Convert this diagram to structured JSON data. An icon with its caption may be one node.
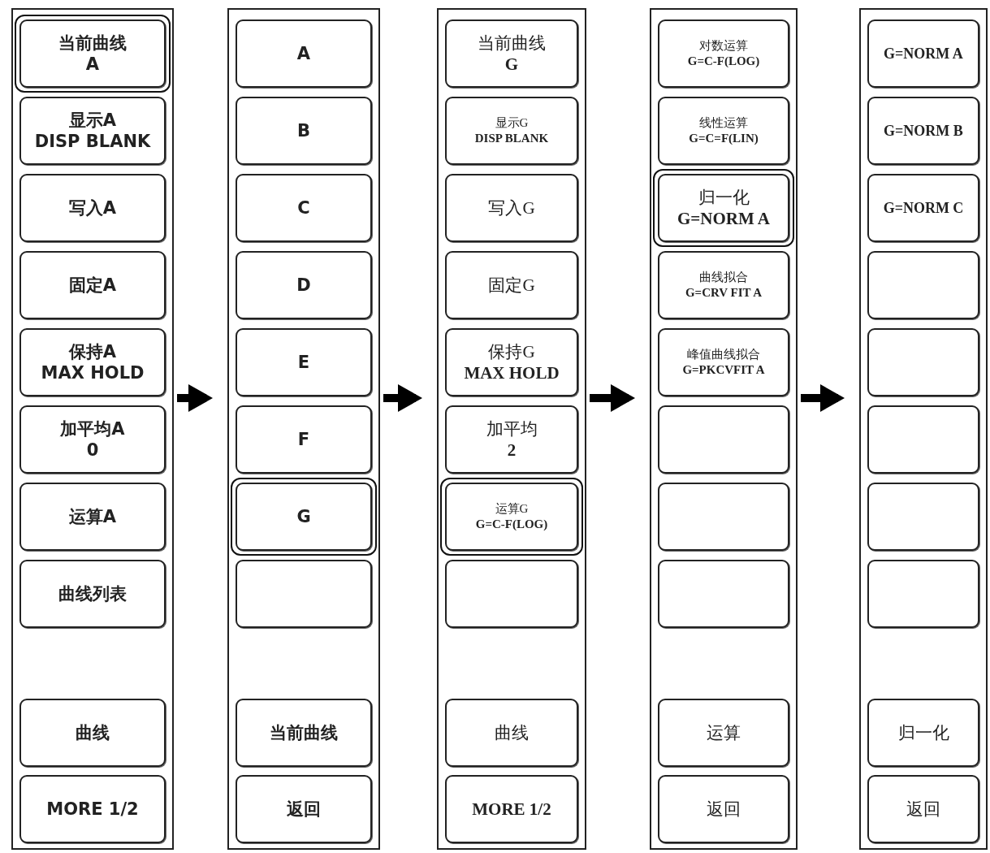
{
  "diagram": {
    "nodes": [
      {
        "text": [],
        "shape": "bar"
      },
      {
        "text": [],
        "shape": "box",
        "in": 0
      },
      {
        "text": [
          "当前曲线",
          "A"
        ],
        "in": 1
      },
      {
        "text": [
          "显示A",
          "DISP BLANK"
        ],
        "in": 0
      },
      {
        "text": [
          "写入A"
        ],
        "in": 0
      },
      {
        "text": [
          "固定A"
        ],
        "in": 0
      },
      {
        "text": [
          "保持A",
          "MAX HOLD"
        ],
        "in": 0
      },
      {
        "text": [
          "加平均A",
          "0"
        ],
        "in": 0
      },
      {
        "text": [
          "运算A"
        ],
        "in": 0
      },
      {
        "text": [
          "曲线列表"
        ],
        "in": 0
      },
      {
        "text": [
          "曲线"
        ],
        "in": 0
      },
      {
        "text": [
          "MORE 1/2"
        ],
        "in": 0
      },
      {
        "text": [],
        "shape": "bar"
      },
      {
        "text": [
          "A"
        ],
        "in": 12
      },
      {
        "text": [
          "B"
        ],
        "in": 12
      },
      {
        "text": [
          "C"
        ],
        "in": 12
      },
      {
        "text": [
          "D"
        ],
        "in": 12
      },
      {
        "text": [
          "E"
        ],
        "in": 12
      },
      {
        "text": [
          "F"
        ],
        "in": 12
      },
      {
        "text": [],
        "shape": "box",
        "in": 12
      },
      {
        "text": [
          "G"
        ],
        "in": 19
      },
      {
        "text": [],
        "shape": "box",
        "in": 12
      },
      {
        "text": [
          "当前曲线"
        ],
        "in": 12
      },
      {
        "text": [
          "返回"
        ],
        "in": 12
      },
      {
        "text": [],
        "shape": "bar"
      },
      {
        "text": [
          "当前曲线",
          "G"
        ],
        "in": 24
      },
      {
        "text": [
          "显示G",
          "DISP BLANK"
        ],
        "in": 24
      },
      {
        "text": [
          "写入G"
        ],
        "in": 24
      },
      {
        "text": [
          "固定G"
        ],
        "in": 24
      },
      {
        "text": [
          "保持G",
          "MAX HOLD"
        ],
        "in": 24
      },
      {
        "text": [
          "加平均",
          "2"
        ],
        "in": 24
      },
      {
        "text": [],
        "shape": "box",
        "in": 24
      },
      {
        "text": [
          "运算G",
          "G=C-F(LOG)"
        ],
        "in": 31
      },
      {
        "text": [],
        "shape": "box",
        "in": 24
      },
      {
        "text": [
          "曲线"
        ],
        "in": 24
      },
      {
        "text": [
          "MORE 1/2"
        ],
        "in": 24
      },
      {
        "text": [],
        "shape": "bar"
      },
      {
        "text": [
          "对数运算",
          "G=C-F(LOG)"
        ],
        "in": 36
      },
      {
        "text": [
          "线性运算",
          "G=C=F(LIN)"
        ],
        "in": 36
      },
      {
        "text": [],
        "shape": "box",
        "in": 36
      },
      {
        "text": [
          "归一化",
          "G=NORM A"
        ],
        "in": 39
      },
      {
        "text": [
          "曲线拟合",
          "G=CRV FIT A"
        ],
        "in": 36
      },
      {
        "text": [
          "峰值曲线拟合",
          "G=PKCVFIT A"
        ],
        "in": 36
      },
      {
        "text": [],
        "shape": "box",
        "in": 36
      },
      {
        "text": [],
        "shape": "box",
        "in": 36
      },
      {
        "text": [],
        "shape": "box",
        "in": 36
      },
      {
        "text": [
          "运算"
        ],
        "in": 36
      },
      {
        "text": [
          "返回"
        ],
        "in": 36
      },
      {
        "text": [],
        "shape": "bar"
      },
      {
        "text": [
          "G=NORM A"
        ],
        "in": 48
      },
      {
        "text": [
          "G=NORM B"
        ],
        "in": 48
      },
      {
        "text": [
          "G=NORM C"
        ],
        "in": 48
      },
      {
        "text": [],
        "shape": "box",
        "in": 48
      },
      {
        "text": [],
        "shape": "box",
        "in": 48
      },
      {
        "text": [],
        "shape": "box",
        "in": 48
      },
      {
        "text": [],
        "shape": "box",
        "in": 48
      },
      {
        "text": [],
        "shape": "box",
        "in": 48
      },
      {
        "text": [
          "归一化"
        ],
        "in": 48
      },
      {
        "text": [
          "返回"
        ],
        "in": 48
      }
    ],
    "edges": [
      {
        "from": 0,
        "to": 12,
        "arrow": "to"
      },
      {
        "from": 12,
        "to": 24,
        "arrow": "to"
      },
      {
        "from": 24,
        "to": 36,
        "arrow": "to"
      },
      {
        "from": 36,
        "to": 48,
        "arrow": "to"
      }
    ]
  }
}
